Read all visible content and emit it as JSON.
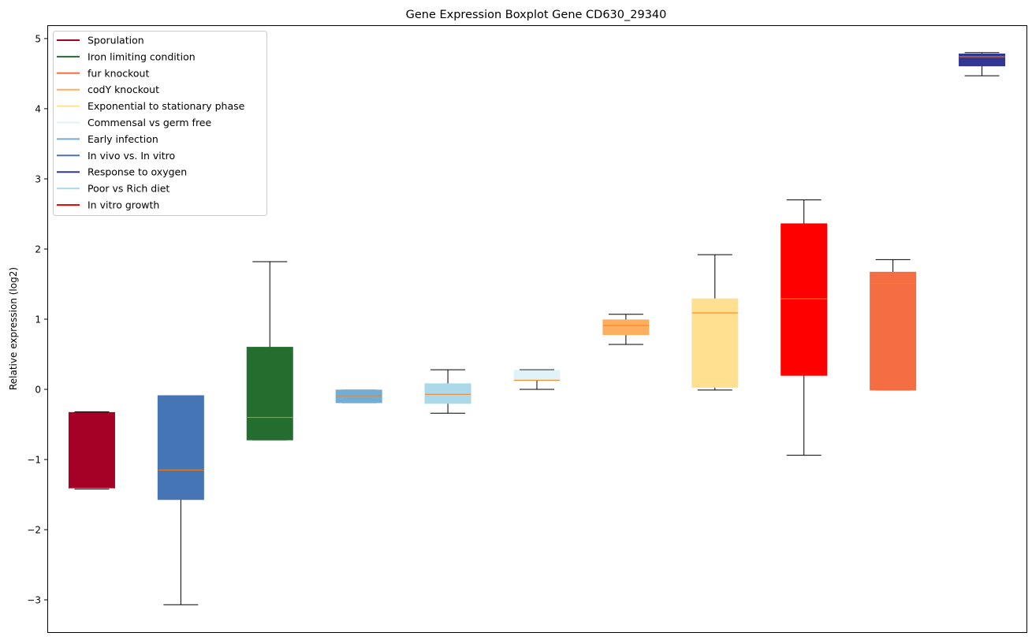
{
  "chart_data": {
    "type": "box",
    "title": "Gene Expression Boxplot Gene CD630_29340",
    "xlabel": "",
    "ylabel": "Relative expression (log2)",
    "ylim": [
      -3.46,
      5.19
    ],
    "yticks": [
      -3,
      -2,
      -1,
      0,
      1,
      2,
      3,
      4,
      5
    ],
    "ytick_labels": [
      "−3",
      "−2",
      "−1",
      "0",
      "1",
      "2",
      "3",
      "4",
      "5"
    ],
    "grid": false,
    "legend_position": "top-left",
    "legend": [
      {
        "label": "Sporulation",
        "color": "#a50026"
      },
      {
        "label": "Iron limiting condition",
        "color": "#236e2f"
      },
      {
        "label": "fur knockout",
        "color": "#f46d43"
      },
      {
        "label": "codY knockout",
        "color": "#fdae61"
      },
      {
        "label": "Exponential to stationary phase",
        "color": "#fee090"
      },
      {
        "label": "Commensal vs germ free",
        "color": "#e0f3f8"
      },
      {
        "label": "Early infection",
        "color": "#74add1"
      },
      {
        "label": "In vivo vs. In vitro",
        "color": "#4575b4"
      },
      {
        "label": "Response to oxygen",
        "color": "#313695"
      },
      {
        "label": "Poor vs Rich diet",
        "color": "#abd9e9"
      },
      {
        "label": "In vitro growth",
        "color": "#ff0000"
      }
    ],
    "median_color": "#ff7f0e",
    "boxes": [
      {
        "name": "Sporulation",
        "color": "#a50026",
        "min": -1.42,
        "q1": -1.41,
        "median": -1.41,
        "q3": -0.33,
        "max": -0.32
      },
      {
        "name": "In vivo vs. In vitro",
        "color": "#4575b4",
        "min": -3.07,
        "q1": -1.57,
        "median": -1.15,
        "q3": -0.09,
        "max": -0.09
      },
      {
        "name": "Iron limiting condition",
        "color": "#236e2f",
        "min": -0.72,
        "q1": -0.72,
        "median": -0.4,
        "q3": 0.6,
        "max": 1.82
      },
      {
        "name": "Early infection",
        "color": "#74add1",
        "min": -0.19,
        "q1": -0.19,
        "median": -0.09,
        "q3": -0.01,
        "max": -0.01
      },
      {
        "name": "Poor vs Rich diet",
        "color": "#abd9e9",
        "min": -0.34,
        "q1": -0.2,
        "median": -0.07,
        "q3": 0.08,
        "max": 0.28
      },
      {
        "name": "Commensal vs germ free",
        "color": "#e0f3f8",
        "min": 0.0,
        "q1": 0.13,
        "median": 0.13,
        "q3": 0.27,
        "max": 0.28
      },
      {
        "name": "codY knockout",
        "color": "#fdae61",
        "min": 0.64,
        "q1": 0.78,
        "median": 0.91,
        "q3": 0.99,
        "max": 1.07
      },
      {
        "name": "Exponential to stationary phase",
        "color": "#fee090",
        "min": -0.01,
        "q1": 0.03,
        "median": 1.09,
        "q3": 1.29,
        "max": 1.92
      },
      {
        "name": "In vitro growth",
        "color": "#ff0000",
        "min": -0.94,
        "q1": 0.2,
        "median": 1.29,
        "q3": 2.36,
        "max": 2.7
      },
      {
        "name": "fur knockout",
        "color": "#f46d43",
        "min": -0.01,
        "q1": -0.01,
        "median": 1.51,
        "q3": 1.67,
        "max": 1.85
      },
      {
        "name": "Response to oxygen",
        "color": "#313695",
        "min": 4.47,
        "q1": 4.61,
        "median": 4.74,
        "q3": 4.78,
        "max": 4.8
      }
    ]
  }
}
